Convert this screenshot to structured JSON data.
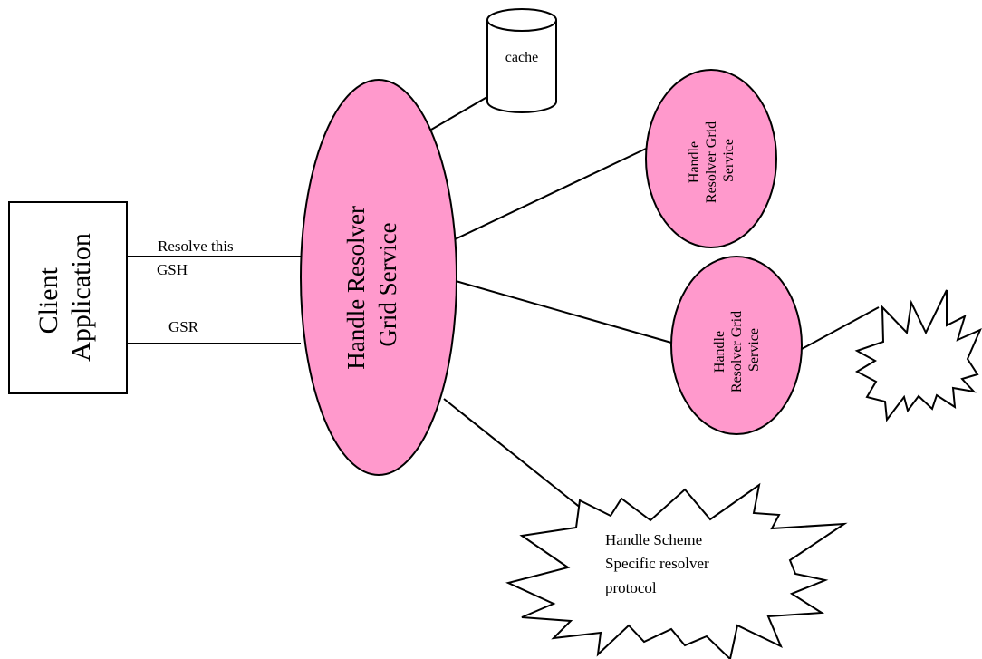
{
  "colors": {
    "service_fill": "#ff99cc",
    "stroke": "#000000",
    "background": "#ffffff"
  },
  "client": {
    "line1": "Client",
    "line2": "Application"
  },
  "main_service": {
    "line1": "Handle Resolver",
    "line2": "Grid Service"
  },
  "cache": {
    "label": "cache"
  },
  "top_resolver": {
    "line1": "Handle",
    "line2": "Resolver Grid",
    "line3": "Service"
  },
  "mid_resolver": {
    "line1": "Handle",
    "line2": "Resolver Grid",
    "line3": "Service"
  },
  "request": {
    "line1": "Resolve this",
    "line2": "GSH"
  },
  "response": {
    "label": "GSR"
  },
  "protocol_burst": {
    "line1": "Handle Scheme",
    "line2": "Specific resolver",
    "line3": "protocol"
  }
}
